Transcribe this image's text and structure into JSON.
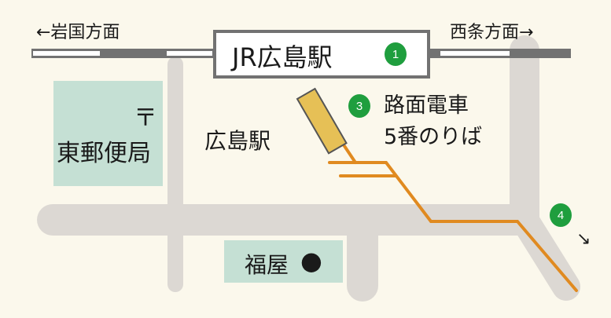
{
  "direction_left": "←岩国方面",
  "direction_right": "西条方面→",
  "station_box": {
    "label": "JR広島駅",
    "badge": "1"
  },
  "station_area_label": "広島駅",
  "tram": {
    "badge": "3",
    "line1": "路面電車",
    "line2": "5番のりば"
  },
  "post_office": {
    "symbol": "〒",
    "label": "東郵便局"
  },
  "fukuya": {
    "label": "福屋",
    "marker": "●"
  },
  "exit4": {
    "badge": "4",
    "arrow": "↘"
  },
  "colors": {
    "background": "#fbf8ec",
    "road": "#dcd8d3",
    "rail": "#727272",
    "building": "#c5e0d4",
    "tram_line": "#e08a20",
    "platform": "#e6c056",
    "badge": "#1f9e3e"
  }
}
